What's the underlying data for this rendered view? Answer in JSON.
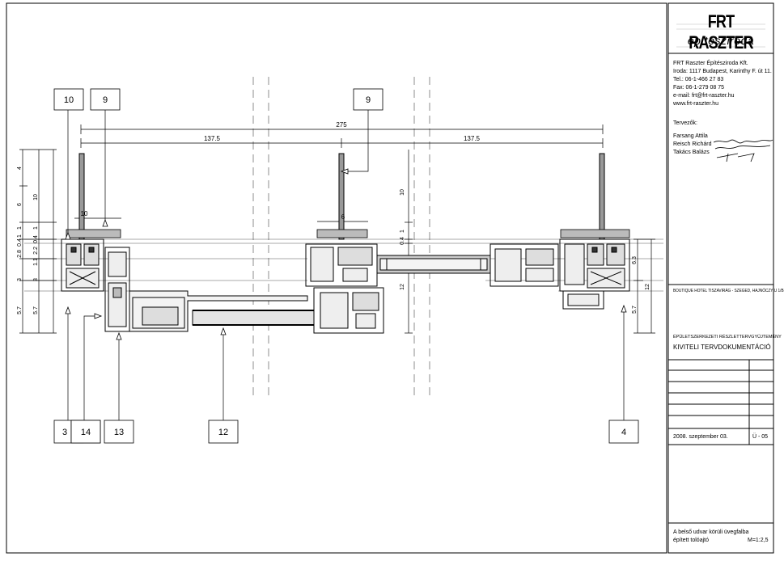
{
  "firm": {
    "logo_main": "FRT RASZTER",
    "logo_sub": "építésziroda",
    "name": "FRT Raszter Építésziroda Kft.",
    "office": "Iroda: 1117 Budapest, Karinthy F. út 11.",
    "tel": "Tel.: 06-1-466 27 83",
    "fax": "Fax: 06-1-279 08 75",
    "email": "e-mail: frt@frt-raszter.hu",
    "web": "www.frt-raszter.hu"
  },
  "designers": {
    "label": "Tervezők:",
    "names": [
      "Farsang Attila",
      "Reisch Richárd",
      "Takács Balázs"
    ]
  },
  "project": "BOUTIQUE HOTEL TISZAVIRÁG - SZEGED, HAJNÓCZY U 1/B",
  "doc_type_1": "ÉPÜLETSZERKEZETI RÉSZLETTERVGYŰJTEMÉNY",
  "doc_type_2": "KIVITELI TERVDOKUMENTÁCIÓ",
  "date": "2008. szeptember 03.",
  "sheet_no": "Ü - 05",
  "drawing_title_1": "A belső udvar körüli üvegfalba",
  "drawing_title_2": "épített tolóajtó",
  "scale": "M=1:2,5",
  "callouts_top": [
    "10",
    "9",
    "9"
  ],
  "callouts_bottom": [
    "3",
    "14",
    "13",
    "12",
    "4"
  ],
  "dims": {
    "total": "275",
    "half_left": "137.5",
    "half_right": "137.5",
    "w10": "10",
    "w6": "6",
    "v10": "10",
    "v1": "1",
    "v04": "0.4",
    "v12": "12",
    "r63": "6.3",
    "r12": "12",
    "r57": "5.7",
    "left_a": [
      "4",
      "6",
      "1",
      "1",
      "0.4",
      "2.8",
      "3",
      "5.7"
    ],
    "left_b": [
      "10",
      "1",
      "0.4",
      "2.2",
      "1.1",
      "3",
      "5.7"
    ]
  }
}
